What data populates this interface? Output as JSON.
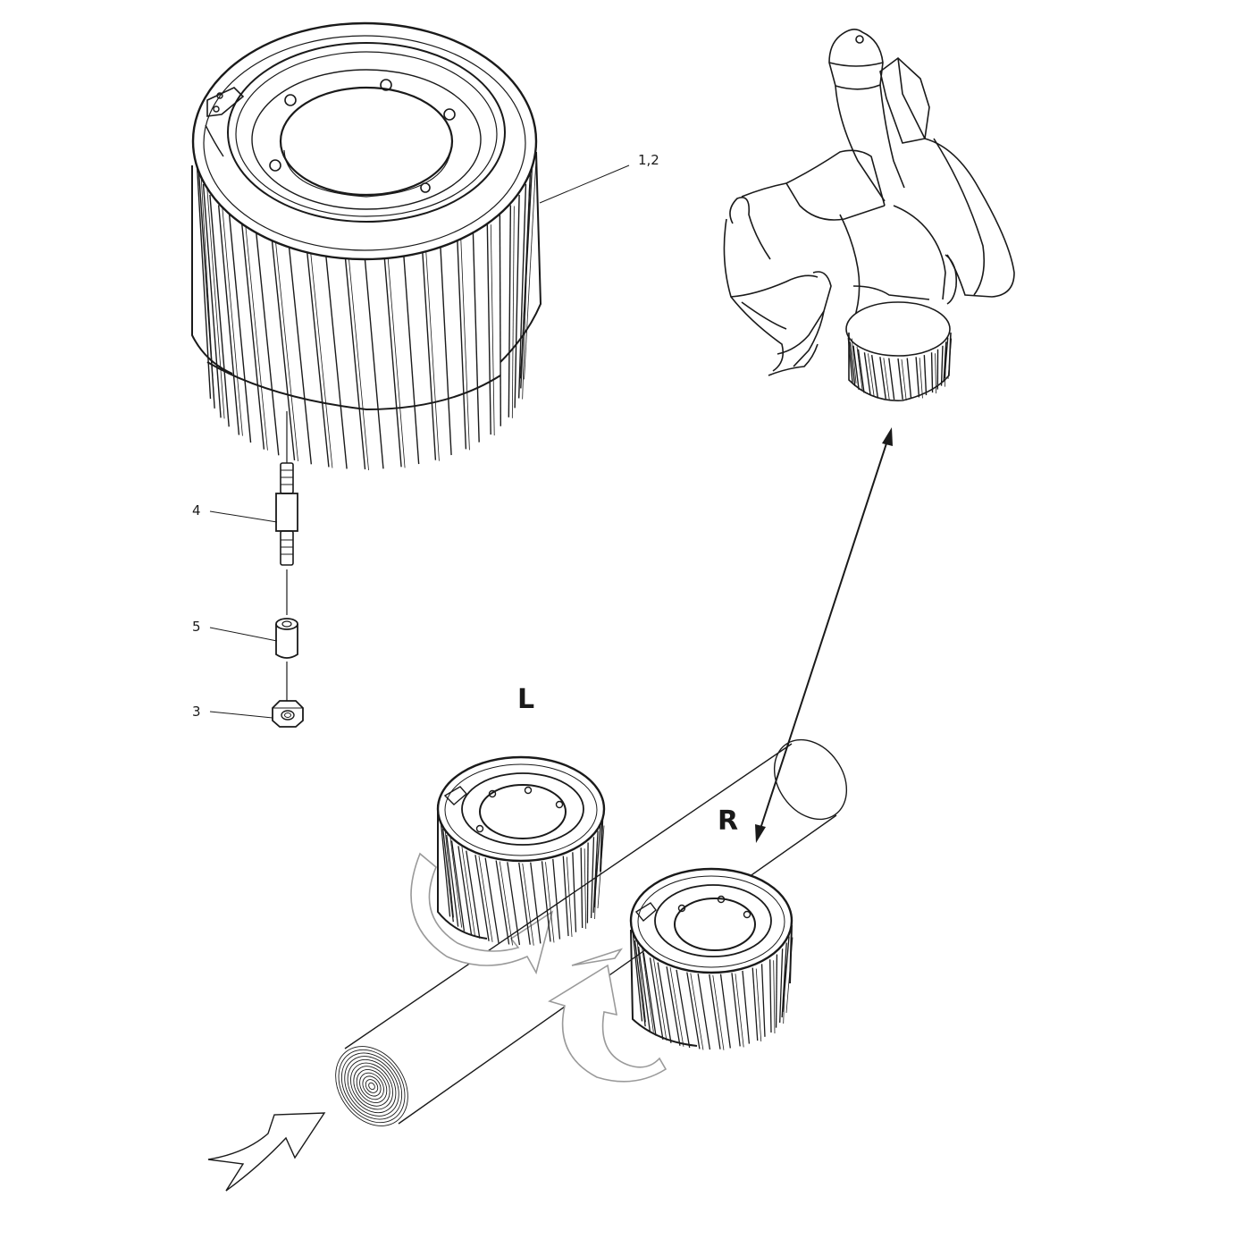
{
  "diagram": {
    "callouts": {
      "feed_roller": "1,2",
      "bolt": "4",
      "spacer": "5",
      "nut": "3"
    },
    "side_labels": {
      "left": "L",
      "right": "R"
    },
    "colors": {
      "line": "#1a1a1a",
      "background": "#ffffff",
      "rotation_arrow": "#bdbdbd"
    }
  }
}
